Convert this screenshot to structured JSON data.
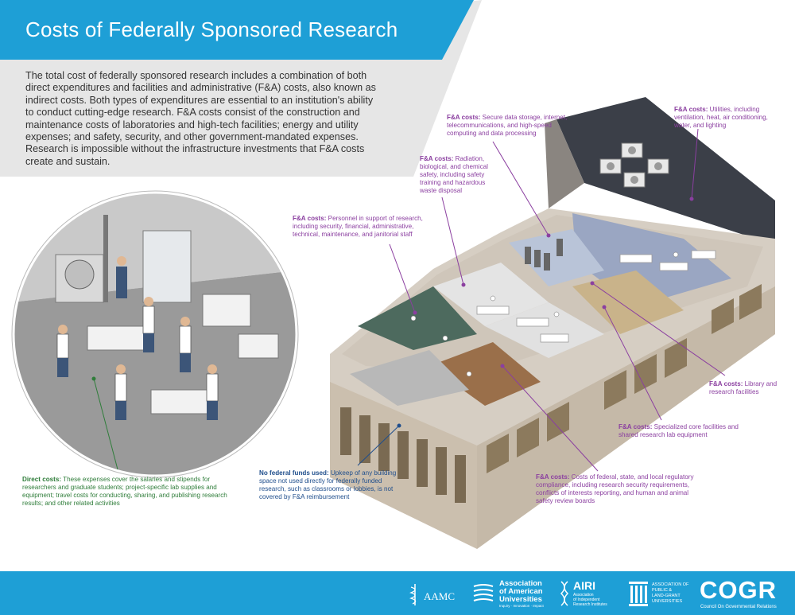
{
  "header": {
    "title": "Costs of Federally Sponsored Research",
    "intro": "The total cost of federally sponsored research includes a combination of both direct expenditures and facilities and administrative (F&A) costs, also known as indirect costs. Both types of expenditures are essential to an institution's ability to conduct cutting-edge research. F&A costs consist of the construction and maintenance costs of laboratories and high-tech facilities; energy and utility expenses; and safety, security, and other government-mandated expenses. Research is impossible without the infrastructure investments that F&A costs create and sustain."
  },
  "callouts": [
    {
      "id": "data",
      "bold": "F&A costs:",
      "text": "Secure data storage, internet, telecommunications, and high-speed computing and data processing"
    },
    {
      "id": "utilities",
      "bold": "F&A costs:",
      "text": "Utilities, including ventilation, heat, air conditioning, water, and lighting"
    },
    {
      "id": "safety",
      "bold": "F&A costs:",
      "text": "Radiation, biological, and chemical safety, including safety training and hazardous waste disposal"
    },
    {
      "id": "personnel",
      "bold": "F&A costs:",
      "text": "Personnel in support of research, including security, financial, administrative, technical, maintenance, and janitorial staff"
    },
    {
      "id": "library",
      "bold": "F&A costs:",
      "text": "Library and research facilities"
    },
    {
      "id": "core",
      "bold": "F&A costs:",
      "text": "Specialized core facilities and shared research lab equipment"
    },
    {
      "id": "compliance",
      "bold": "F&A costs:",
      "text": "Costs of federal, state, and local regulatory compliance, including research security requirements, conflicts of interests reporting, and human and animal safety review boards"
    },
    {
      "id": "nofederal",
      "bold": "No federal funds used:",
      "text": "Upkeep of any building space not used directly for federally funded research, such as classrooms or lobbies, is not covered by F&A reimbursement"
    },
    {
      "id": "direct",
      "bold": "Direct costs:",
      "text": "These expenses cover the salaries and stipends for researchers and graduate students; project-specific lab supplies and equipment; travel costs for conducting, sharing, and publishing research results; and other related activities"
    }
  ],
  "footer": {
    "logos": [
      {
        "name": "AAMC",
        "lines": [
          "AAMC"
        ]
      },
      {
        "name": "Association of American Universities",
        "lines": [
          "Association",
          "of American",
          "Universities"
        ],
        "tagline": "Inquiry · Innovation · Impact"
      },
      {
        "name": "AIRI",
        "lines": [
          "AIRI"
        ],
        "sub": [
          "Association",
          "of Independent",
          "Research Institutes"
        ]
      },
      {
        "name": "APLU",
        "lines": [
          "ASSOCIATION OF",
          "PUBLIC &",
          "LAND-GRANT",
          "UNIVERSITIES"
        ]
      },
      {
        "name": "COGR",
        "lines": [
          "COGR"
        ],
        "sub": [
          "Council On Governmental Relations"
        ]
      }
    ]
  },
  "colors": {
    "header_blue": "#1e9fd6",
    "intro_bg": "#e6e6e6",
    "fa_label": "#8b3fa0",
    "direct_label": "#2f7d3a",
    "nofederal_label": "#1f4e8c",
    "footer_blue": "#1e9fd6",
    "roof": "#3b3f48",
    "wall": "#d6cec3"
  }
}
